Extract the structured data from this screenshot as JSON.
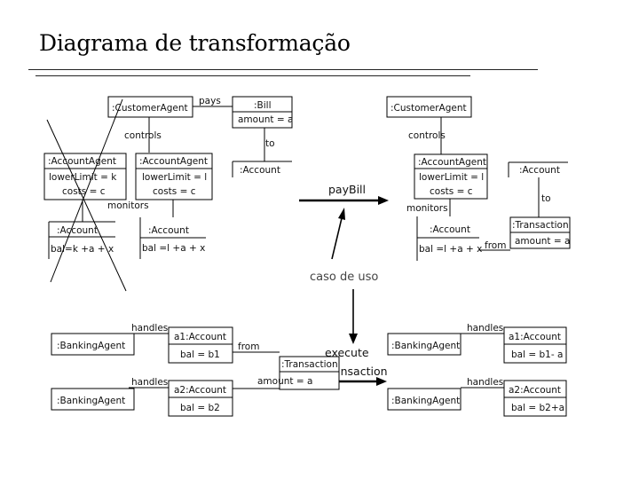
{
  "title": "Diagrama de transformação",
  "left_top": {
    "customer_agent": ":CustomerAgent",
    "bill": ":Bill",
    "bill_amount": "amount = a",
    "account_agent_1": ":AccountAgent",
    "account_agent_1_attr": "lowerLimit = k",
    "account_agent_1_costs": "costs = c",
    "account_agent_2": ":AccountAgent",
    "account_agent_2_attr": "lowerLimit = l",
    "account_agent_2_costs": "costs = c",
    "account_top": ":Account",
    "account_1": ":Account",
    "account_1_bal": "bal=k +a + x",
    "account_2": ":Account",
    "account_2_bal": "bal =l +a + x",
    "pays": "pays",
    "controls": "controls",
    "monitors": "monitors",
    "to": "to"
  },
  "right_top": {
    "customer_agent": ":CustomerAgent",
    "controls": "controls",
    "account_agent": ":AccountAgent",
    "account_agent_attr": "lowerLimit = l",
    "account_agent_costs": "costs = c",
    "monitors": "monitors",
    "account": ":Account",
    "account_bal": "bal =l +a + x",
    "account_right": ":Account",
    "to": "to",
    "transaction": ":Transaction",
    "transaction_amount": "amount = a",
    "from": "from"
  },
  "middle": {
    "pay_bill": "payBill",
    "caso_de_uso": "caso de uso",
    "execute_1": "execute",
    "execute_2": "Transaction"
  },
  "left_bottom": {
    "handles_1": "handles",
    "banking_agent_1": ":BankingAgent",
    "a1_account": "a1:Account",
    "a1_bal": "bal = b1",
    "from": "from",
    "transaction": ":Transaction",
    "transaction_amount": "amount = a",
    "handles_2": "handles",
    "banking_agent_2": ":BankingAgent",
    "a2_account": "a2:Account",
    "a2_bal": "bal = b2"
  },
  "right_bottom": {
    "handles_1": "handles",
    "banking_agent_1": ":BankingAgent",
    "a1_account": "a1:Account",
    "a1_bal": "bal = b1- a",
    "handles_2": "handles",
    "banking_agent_2": ":BankingAgent",
    "a2_account": "a2:Account",
    "a2_bal": "bal = b2+a"
  }
}
